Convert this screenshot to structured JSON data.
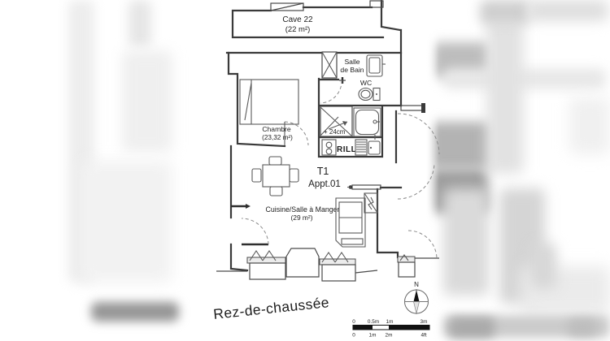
{
  "title": "Rez-de-chaussée",
  "compass": {
    "north": "N"
  },
  "rooms": {
    "cave": {
      "line1": "Cave 22",
      "line2": "(22 m²)"
    },
    "chambre": {
      "line1": "Chambre",
      "line2": "(23,32 m²)"
    },
    "salle_de_bain": {
      "line1": "Salle",
      "line2": "de Bain"
    },
    "wc": {
      "label": "WC"
    },
    "cuisine": {
      "line1": "Cuisine/Salle à Manger",
      "line2": "(29 m²)"
    }
  },
  "apartment": {
    "type": "T1",
    "name": "Appt.01"
  },
  "annotations": {
    "step": "+ 24cm",
    "kitchen": "RILL"
  },
  "scale": {
    "metric": [
      "0",
      "0.5m",
      "1m",
      "3m"
    ],
    "feet": [
      "0",
      "1m",
      "2m",
      "4ft"
    ]
  },
  "colors": {
    "wall": "#3a3a3a",
    "text": "#1f1f1f",
    "paper": "#ffffff",
    "blur_gray": "#bdbdbd"
  }
}
